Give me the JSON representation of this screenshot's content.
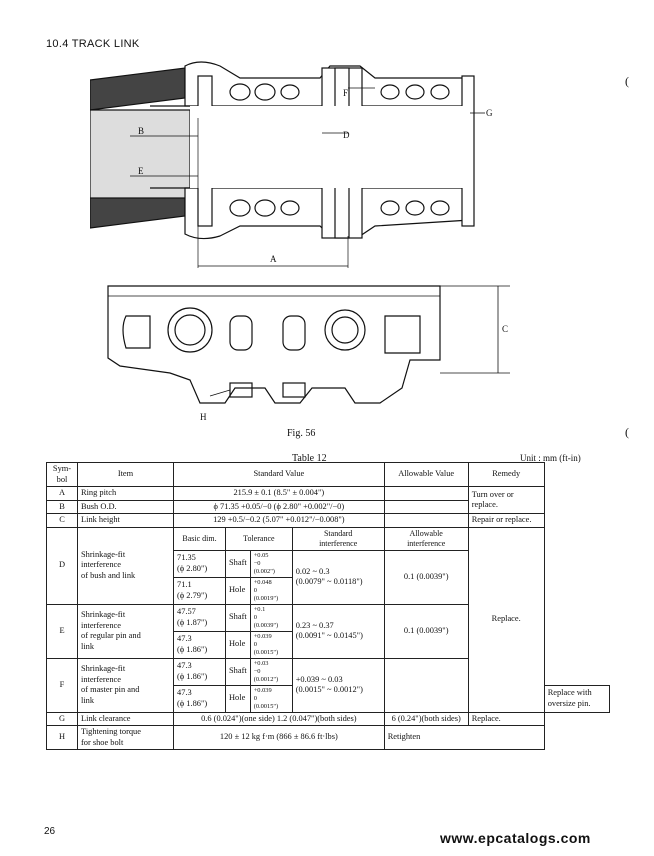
{
  "header": {
    "section_title": "10.4  TRACK LINK"
  },
  "figure": {
    "labels": {
      "A": "A",
      "B": "B",
      "C": "C",
      "D": "D",
      "E": "E",
      "F": "F",
      "G": "G",
      "H": "H"
    },
    "caption": "Fig. 56"
  },
  "table": {
    "title": "Table 12",
    "unit": "Unit : mm  (ft-in)",
    "headers": {
      "symbol": "Sym-\nbol",
      "item": "Item",
      "standard": "Standard Value",
      "allowable": "Allowable Value",
      "remedy": "Remedy"
    },
    "sub_headers": {
      "basic": "Basic dim.",
      "tolerance": "Tolerance",
      "std_interf": "Standard\ninterference",
      "allow_interf": "Allowable\ninterference"
    },
    "rows": {
      "A": {
        "symbol": "A",
        "item": "Ring pitch",
        "standard": "215.9 ± 0.1  (8.5\" ± 0.004\")",
        "allowable": "",
        "remedy": "Turn over or\nreplace."
      },
      "B": {
        "symbol": "B",
        "item": "Bush O.D.",
        "standard": "ϕ 71.35 +0.05/−0 (ϕ 2.80\" +0.002\"/−0)",
        "allowable": ""
      },
      "C": {
        "symbol": "C",
        "item": "Link height",
        "standard": "129 +0.5/−0.2 (5.07\" +0.012\"/−0.008\")",
        "allowable": "",
        "remedy": "Repair or replace."
      },
      "D": {
        "symbol": "D",
        "item": "Shrinkage-fit\ninterference\nof bush and link",
        "basic1": "71.35\n(ϕ 2.80\")",
        "tol1_label": "Shaft",
        "tol1": "+0.05\n−0\n(0.002\")",
        "basic2": "71.1\n(ϕ 2.79\")",
        "tol2_label": "Hole",
        "tol2": "+0.048\n0\n(0.0019\")",
        "std_interf": "0.02 ~ 0.3\n(0.0079\" ~ 0.0118\")",
        "allow_interf": "0.1  (0.0039\")"
      },
      "E": {
        "symbol": "E",
        "item": "Shrinkage-fit\ninterference\nof regular pin and\nlink",
        "basic1": "47.57\n(ϕ 1.87\")",
        "tol1_label": "Shaft",
        "tol1": "+0.1\n0\n(0.0039\")",
        "basic2": "47.3\n(ϕ 1.86\")",
        "tol2_label": "Hole",
        "tol2": "+0.039\n0\n(0.0015\")",
        "std_interf": "0.23 ~ 0.37\n(0.0091\" ~ 0.0145\")",
        "allow_interf": "0.1  (0.0039\")"
      },
      "DE_remedy": "Replace.",
      "F": {
        "symbol": "F",
        "item": "Shrinkage-fit\ninterference\nof master pin and\nlink",
        "basic1": "47.3\n(ϕ 1.86\")",
        "tol1_label": "Shaft",
        "tol1": "+0.03\n−0\n(0.0012\")",
        "basic2": "47.3\n(ϕ 1.86\")",
        "tol2_label": "Hole",
        "tol2": "+0.039\n0\n(0.0015\")",
        "std_interf": "+0.039 ~ 0.03\n(0.0015\" ~ 0.0012\")",
        "allow_interf": "",
        "remedy": "Replace with\noversize pin."
      },
      "G": {
        "symbol": "G",
        "item": "Link clearance",
        "standard": "0.6 (0.024\")(one side)  1.2 (0.047\")(both sides)",
        "allowable": "6 (0.24\")(both sides)",
        "remedy": "Replace."
      },
      "H": {
        "symbol": "H",
        "item": "Tightening torque\nfor shoe bolt",
        "standard": "120 ± 12 kg f·m  (866 ± 86.6 ft·lbs)",
        "remedy": "Retighten"
      }
    }
  },
  "footer": {
    "page_number": "26",
    "watermark": "www.epcatalogs.com"
  },
  "margin_marks": {
    "top": "(",
    "mid": "("
  }
}
